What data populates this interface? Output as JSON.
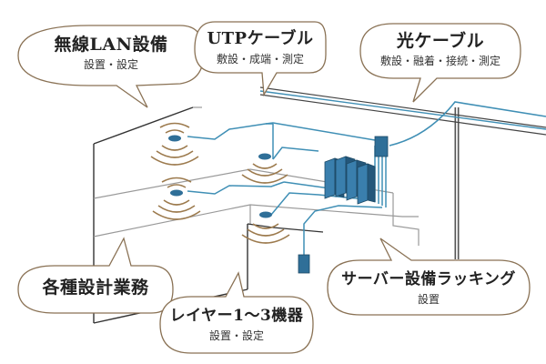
{
  "bubbles": {
    "wireless_lan": {
      "title": "無線LAN設備",
      "subtitle": "設置・設定"
    },
    "utp_cable": {
      "title": "UTPケーブル",
      "subtitle": "敷設・成端・測定"
    },
    "fiber_cable": {
      "title": "光ケーブル",
      "subtitle": "敷設・融着・接続・測定"
    },
    "design": {
      "title": "各種設計業務",
      "subtitle": ""
    },
    "layer_devices": {
      "title": "レイヤー1〜3機器",
      "subtitle": "設置・設定"
    },
    "server_racking": {
      "title": "サーバー設備ラッキング",
      "subtitle": "設置"
    }
  },
  "colors": {
    "bubble_border": "#8a7255",
    "bubble_fill": "#ffffff",
    "wall_line": "#333333",
    "floor_line": "#9a9a9a",
    "cable": "#3f8fb5",
    "device": "#2f6f98",
    "wave": "#9c7a4d",
    "pole": "#555555"
  },
  "icons": {
    "access_point": "wifi-access-point-icon",
    "server_rack": "server-rack-icon",
    "switch": "network-switch-icon",
    "pole": "utility-pole-icon"
  }
}
